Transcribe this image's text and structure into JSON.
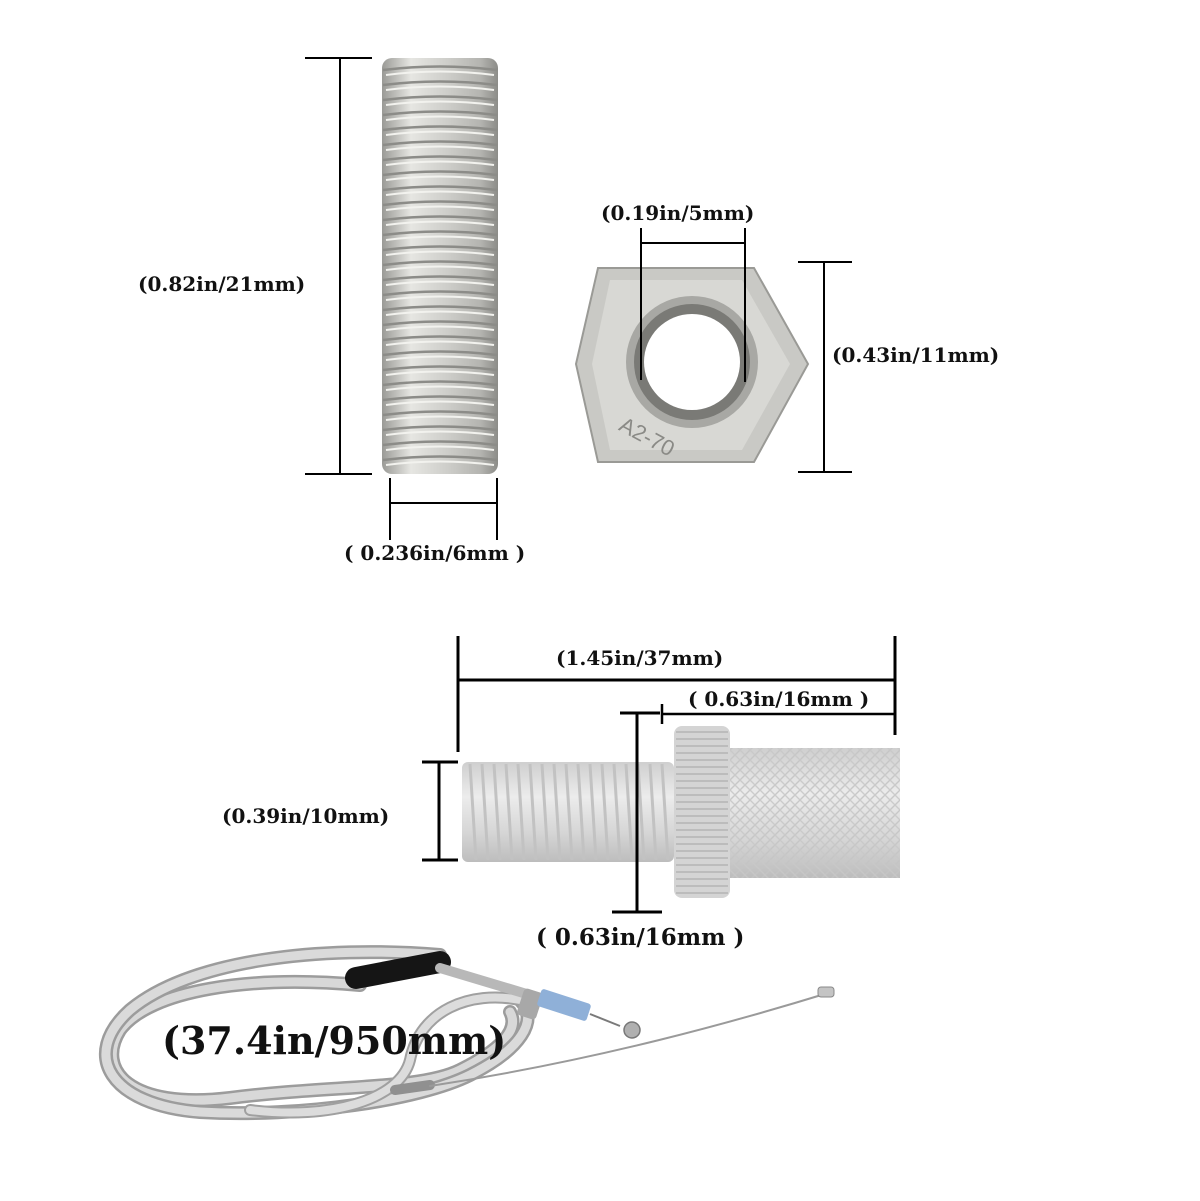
{
  "dimensions": {
    "stud_length": "(0.82in/21mm)",
    "stud_diameter": "( 0.236in/6mm )",
    "nut_hole": "(0.19in/5mm)",
    "nut_height": "(0.43in/11mm)",
    "adjuster_total_length": "(1.45in/37mm)",
    "adjuster_knurl_length": "( 0.63in/16mm )",
    "adjuster_thread_diameter": "(0.39in/10mm)",
    "adjuster_wheel_diameter": "( 0.63in/16mm )",
    "cable_length": "(37.4in/950mm)"
  },
  "nut_stamp": "A2-70",
  "colors": {
    "steel_light": "#e4e4e0",
    "steel_mid": "#c6c6c2",
    "steel_dark": "#8e8e8a",
    "aluminum": "#dcdcdc",
    "dimension_line": "#000000",
    "cable_sheath": "#cfcfcf",
    "heat_shrink": "#111111",
    "fitting_blue": "#8fb0d8"
  }
}
